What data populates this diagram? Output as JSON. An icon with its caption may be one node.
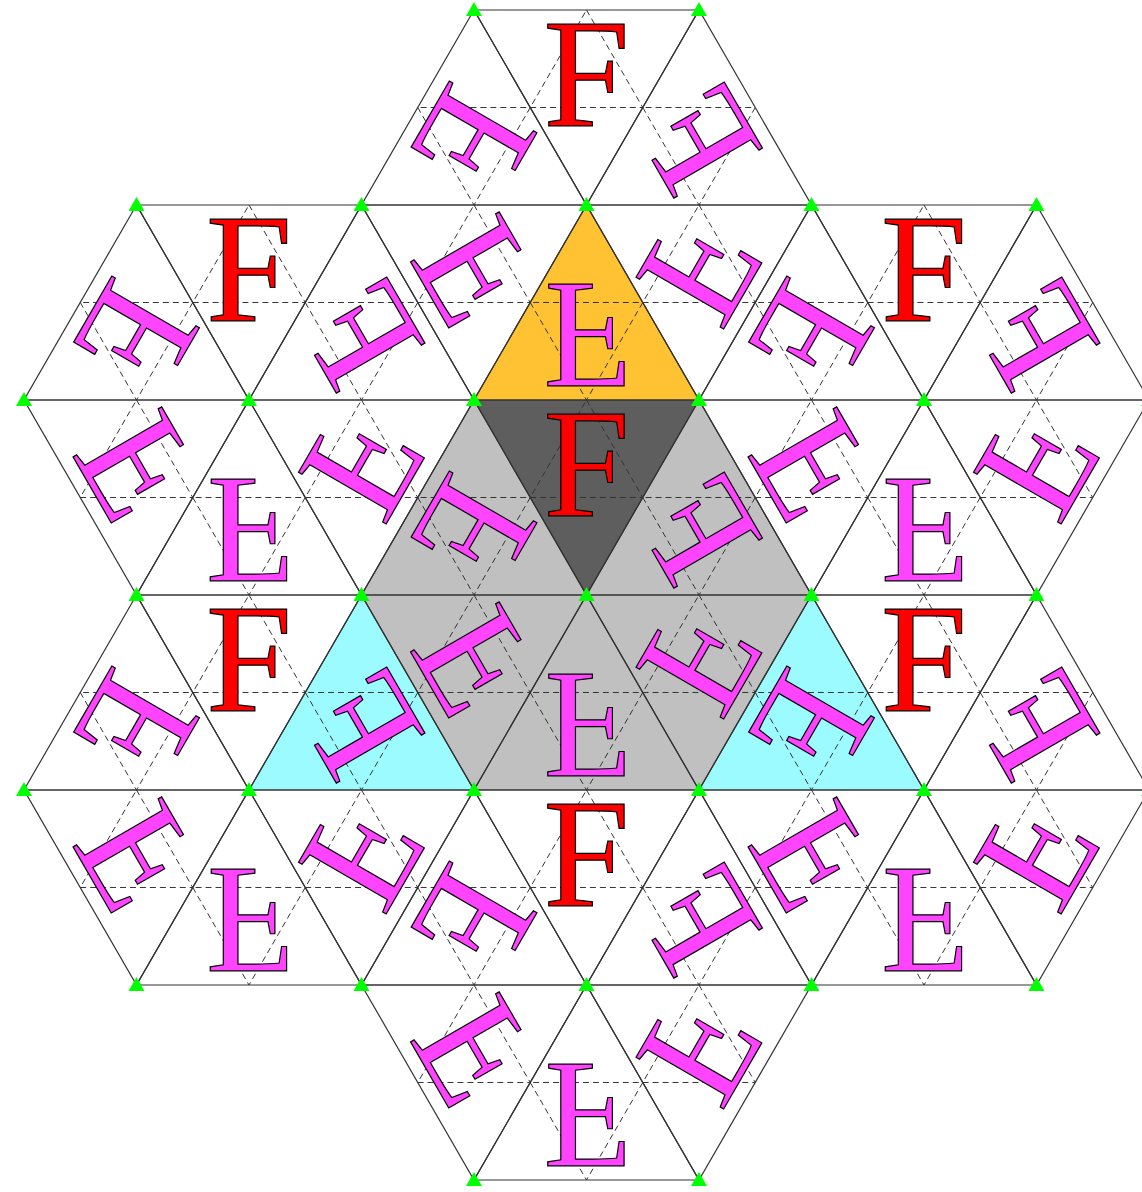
{
  "diagram": {
    "labels": [
      "F",
      "F",
      "F",
      "F",
      "F",
      "F",
      "F",
      "F",
      "F",
      "F",
      "F",
      "F",
      "F",
      "F",
      "F",
      "F",
      "F",
      "F",
      "F",
      "F",
      "F",
      "F",
      "F",
      "F",
      "F",
      "F",
      "F",
      "F",
      "F",
      "F",
      "F",
      "F",
      "F",
      "F",
      "F",
      "F",
      "F",
      "F",
      "F",
      "F",
      "F",
      "F"
    ]
  }
}
